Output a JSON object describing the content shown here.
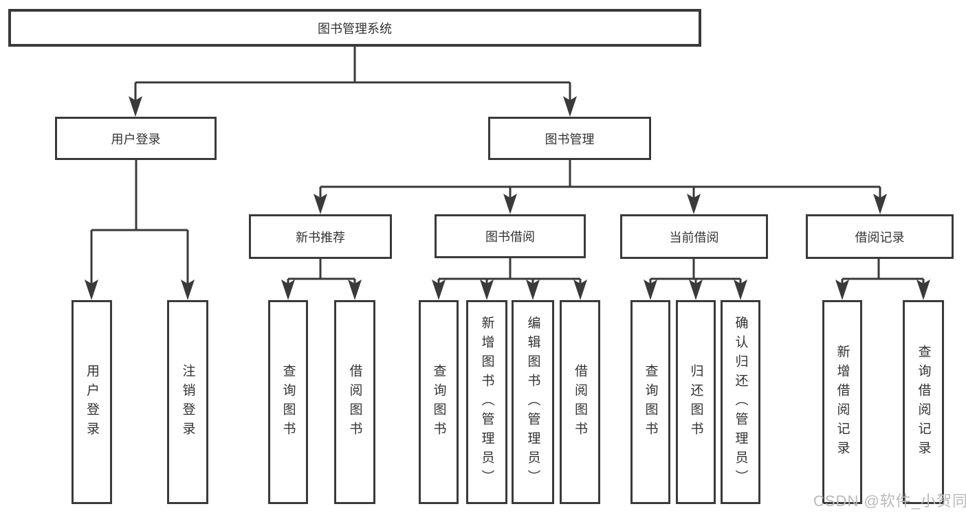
{
  "diagram": {
    "type": "hierarchy-tree",
    "root": {
      "label": "图书管理系统"
    },
    "level2": [
      {
        "label": "用户登录",
        "children": [
          {
            "label": "用户登录"
          },
          {
            "label": "注销登录"
          }
        ]
      },
      {
        "label": "图书管理",
        "children": [
          {
            "label": "新书推荐",
            "children": [
              {
                "label": "查询图书"
              },
              {
                "label": "借阅图书"
              }
            ]
          },
          {
            "label": "图书借阅",
            "children": [
              {
                "label": "查询图书"
              },
              {
                "label": "新增图书（管理员）"
              },
              {
                "label": "编辑图书（管理员）"
              },
              {
                "label": "借阅图书"
              }
            ]
          },
          {
            "label": "当前借阅",
            "children": [
              {
                "label": "查询图书"
              },
              {
                "label": "归还图书"
              },
              {
                "label": "确认归还（管理员）"
              }
            ]
          },
          {
            "label": "借阅记录",
            "children": [
              {
                "label": "新增借阅记录"
              },
              {
                "label": "查询借阅记录"
              }
            ]
          }
        ]
      }
    ],
    "colors": {
      "line": "#3a3a3a",
      "text": "#333333",
      "box_background": "#ffffff",
      "watermark_text": "#b9b9b9"
    },
    "watermark": "CSDN @软件_小贺同学"
  }
}
